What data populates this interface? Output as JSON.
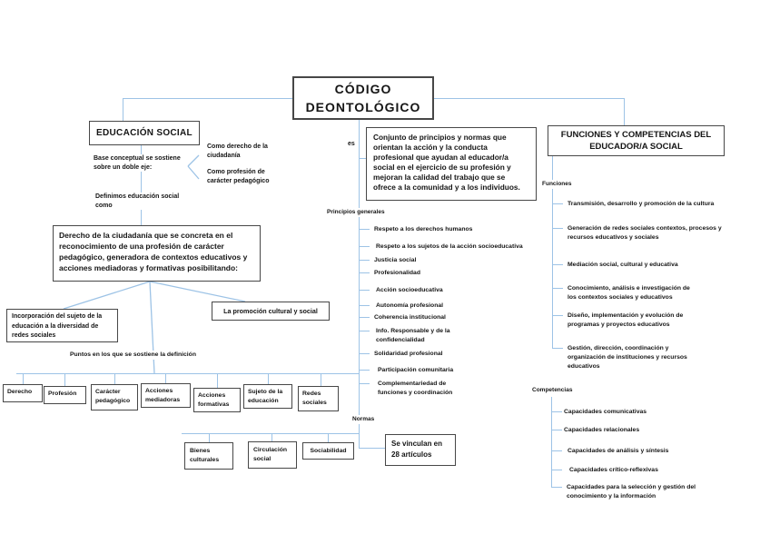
{
  "meta": {
    "colors": {
      "connector": "#9dc3e6",
      "box_border": "#474747",
      "text": "#151515",
      "background": "#ffffff"
    }
  },
  "root": {
    "title": "CÓDIGO DEONTOLÓGICO",
    "es_label": "es",
    "definition": "Conjunto de principios y normas que orientan la acción y la conducta profesional que ayudan al educador/a social en el ejercicio de su profesión y mejoran la calidad del trabajo que se ofrece a la comunidad y a los individuos."
  },
  "educacion_social": {
    "title": "EDUCACIÓN SOCIAL",
    "base_label": "Base conceptual se sostiene sobre un doble eje:",
    "ejes": [
      "Como derecho de la ciudadanía",
      "Como profesión de carácter pedagógico"
    ],
    "definimos_label": "Definimos educación social como",
    "definicion": "Derecho de la ciudadanía que se concreta en el reconocimiento de una profesión de carácter pedagógico, generadora de contextos educativos y acciones mediadoras y formativas posibilitando:",
    "incorporacion": "Incorporación del sujeto de la educación a la diversidad de redes sociales",
    "promocion": "La promoción cultural y social",
    "puntos_label": "Puntos en los que se sostiene la definición",
    "puntos": [
      "Derecho",
      "Profesión",
      "Carácter pedagógico",
      "Acciones mediadoras",
      "Acciones formativas",
      "Sujeto de la educación",
      "Redes sociales"
    ],
    "subpuntos": [
      "Bienes culturales",
      "Circulación social",
      "Sociabilidad"
    ]
  },
  "principios": {
    "label": "Principios generales",
    "items": [
      "Respeto a los derechos humanos",
      "Respeto a los sujetos de la acción socioeducativa",
      "Justicia social",
      "Profesionalidad",
      "Acción socioeducativa",
      "Autonomía profesional",
      "Coherencia institucional",
      "Info. Responsable y de la confidencialidad",
      "Solidaridad profesional",
      "Participación comunitaria",
      "Complementariedad de funciones y coordinación"
    ]
  },
  "normas": {
    "label": "Normas",
    "box": "Se vinculan en 28 artículos"
  },
  "funciones_competencias": {
    "title": "FUNCIONES Y COMPETENCIAS DEL EDUCADOR/A SOCIAL",
    "funciones_label": "Funciones",
    "funciones": [
      "Transmisión, desarrollo y promoción de la cultura",
      "Generación de redes sociales contextos, procesos y recursos educativos y sociales",
      "Mediación social, cultural y educativa",
      "Conocimiento, análisis e investigación de los contextos sociales y educativos",
      "Diseño, implementación y evolución de programas y proyectos educativos",
      "Gestión, dirección, coordinación y organización de instituciones y recursos educativos"
    ],
    "competencias_label": "Competencias",
    "competencias": [
      "Capacidades comunicativas",
      "Capacidades relacionales",
      "Capacidades de análisis y síntesis",
      "Capacidades crítico-reflexivas",
      "Capacidades para la selección y gestión del conocimiento y la información"
    ]
  }
}
